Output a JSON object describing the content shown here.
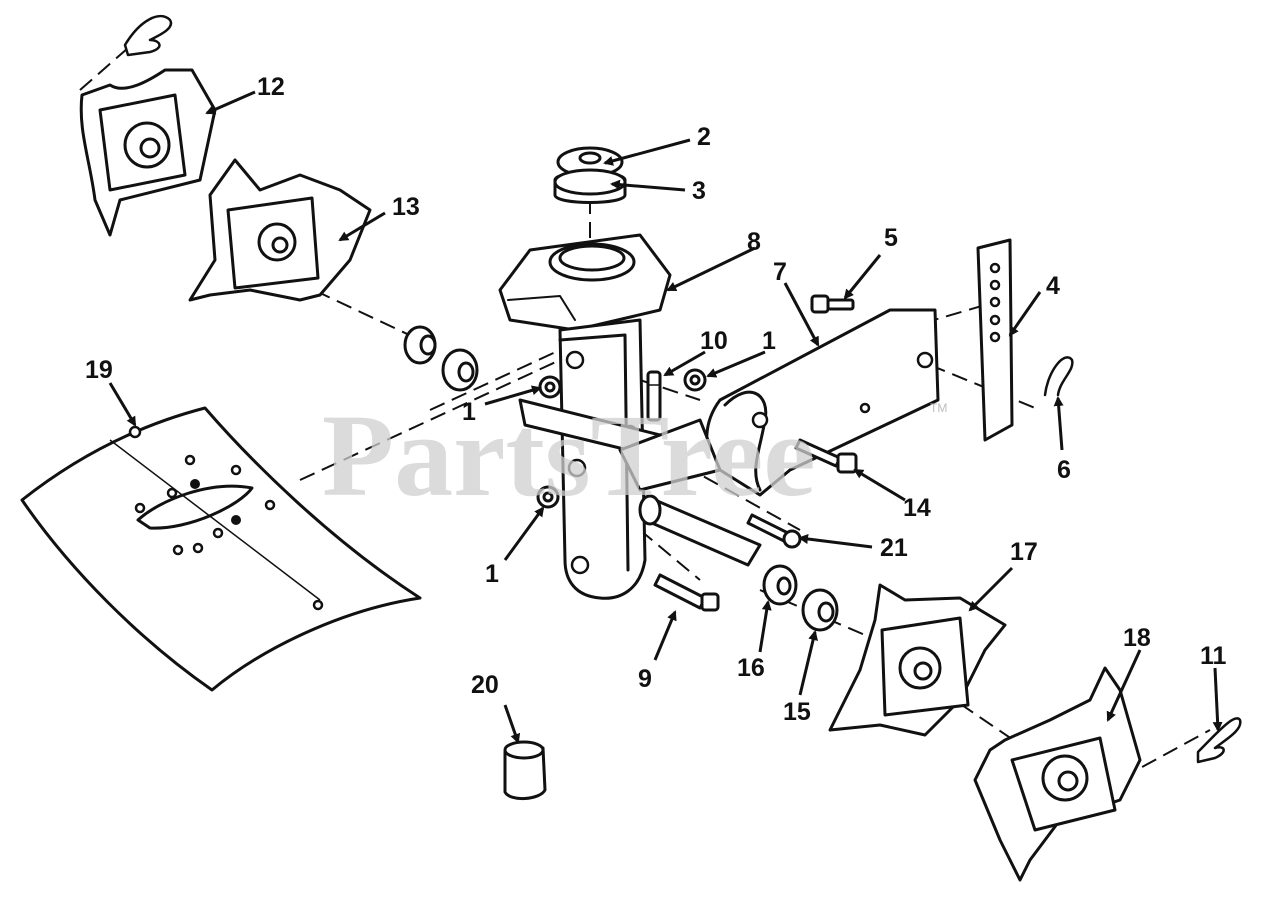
{
  "watermark": {
    "text": "PartsTree",
    "trademark": "TM"
  },
  "callouts": {
    "c1_top": "1",
    "c1_mid": "1",
    "c1_low": "1",
    "c2": "2",
    "c3": "3",
    "c4": "4",
    "c5": "5",
    "c6": "6",
    "c7": "7",
    "c8": "8",
    "c9": "9",
    "c10": "10",
    "c11": "11",
    "c12": "12",
    "c13": "13",
    "c14": "14",
    "c15": "15",
    "c16": "16",
    "c17": "17",
    "c18": "18",
    "c19": "19",
    "c20": "20",
    "c21": "21"
  }
}
